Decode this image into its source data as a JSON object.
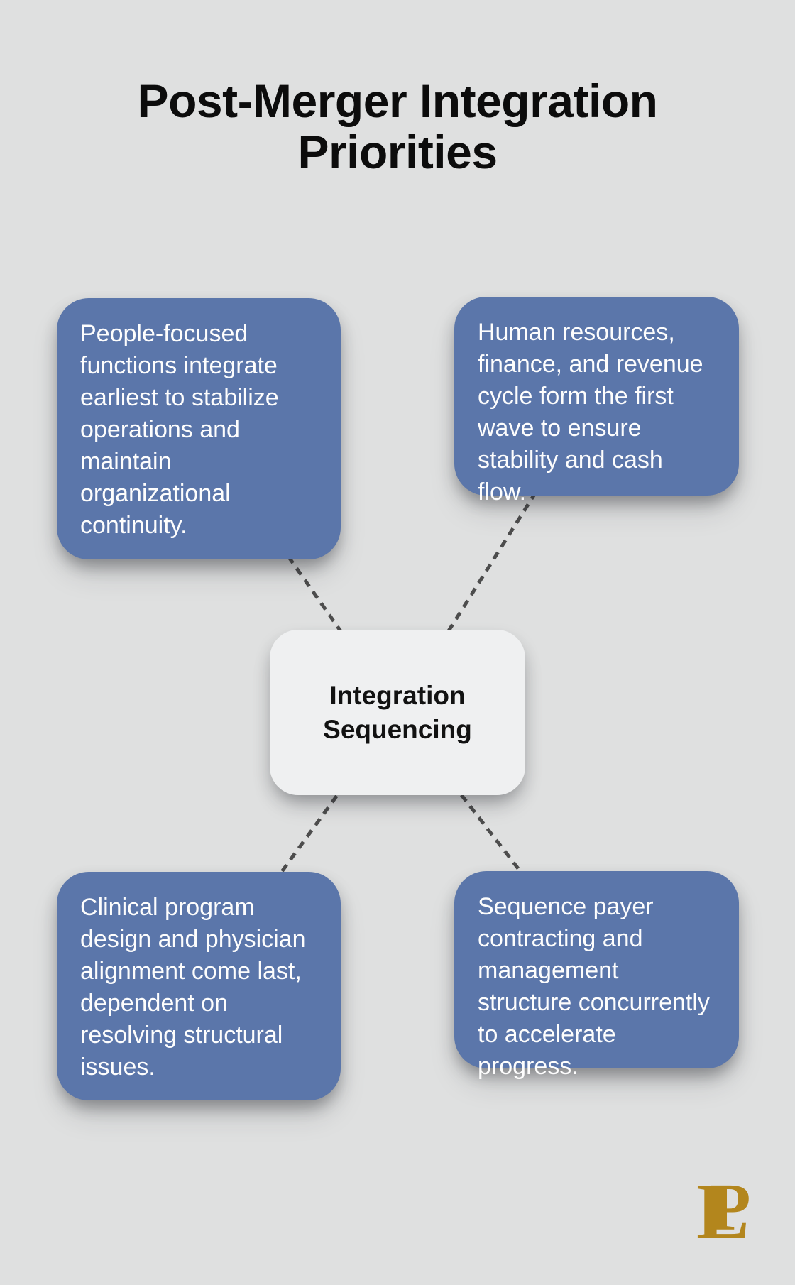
{
  "page": {
    "title": "Post-Merger Integration\nPriorities"
  },
  "diagram": {
    "center": {
      "label": "Integration\nSequencing"
    },
    "nodes": [
      {
        "position": "top-left",
        "text": "People-focused\nfunctions integrate\nearliest to stabilize\noperations and\nmaintain\norganizational\ncontinuity."
      },
      {
        "position": "top-right",
        "text": "Human resources,\nfinance, and revenue\ncycle form the first\nwave to ensure\nstability and cash flow."
      },
      {
        "position": "bottom-left",
        "text": "Clinical program\ndesign and physician\nalignment come last,\ndependent on\nresolving structural\nissues."
      },
      {
        "position": "bottom-right",
        "text": "Sequence payer\ncontracting and\nmanagement\nstructure concurrently\nto accelerate progress."
      }
    ],
    "connector_style": "dashed"
  },
  "branding": {
    "logo_monogram": "LP",
    "logo_letter_l": "L",
    "logo_letter_p": "P"
  },
  "colors": {
    "background": "#dfe0e0",
    "node_fill": "#5b76aa",
    "node_text": "#fdfdfd",
    "center_fill": "#eff0f1",
    "center_text": "#121212",
    "title_text": "#0c0c0c",
    "connector": "#4d4d4d",
    "logo_gold": "#b3861d"
  }
}
